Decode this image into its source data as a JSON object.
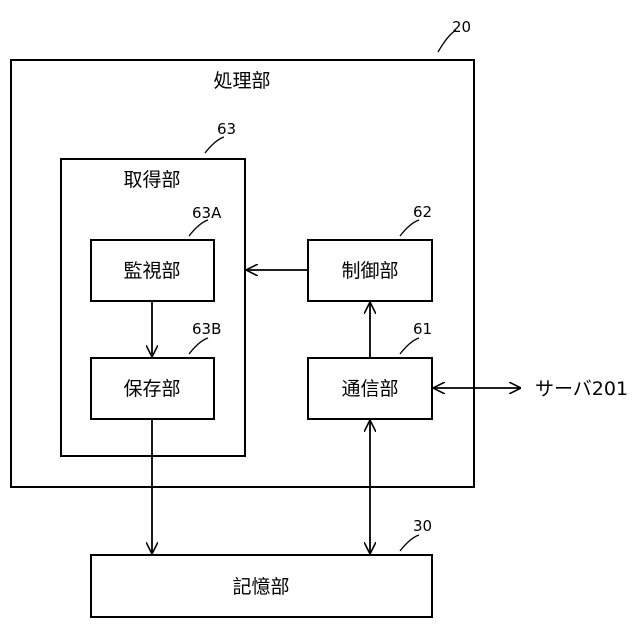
{
  "processing_unit": {
    "label": "処理部",
    "ref": "20"
  },
  "acquisition_unit": {
    "label": "取得部",
    "ref": "63"
  },
  "monitoring_unit": {
    "label": "監視部",
    "ref": "63A"
  },
  "storage_unit": {
    "label": "保存部",
    "ref": "63B"
  },
  "control_unit": {
    "label": "制御部",
    "ref": "62"
  },
  "communication_unit": {
    "label": "通信部",
    "ref": "61"
  },
  "memory_unit": {
    "label": "記憶部",
    "ref": "30"
  },
  "server": {
    "label": "サーバ201"
  }
}
